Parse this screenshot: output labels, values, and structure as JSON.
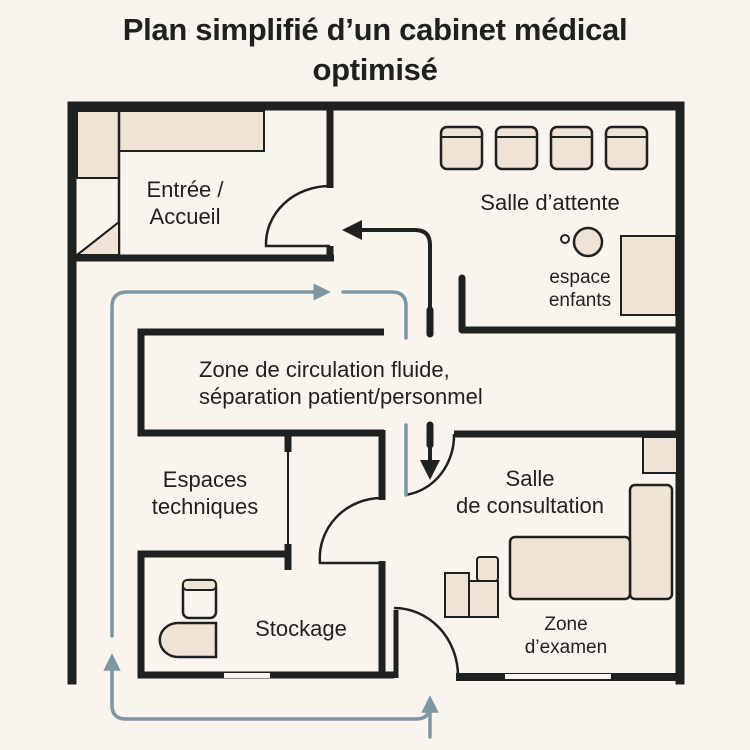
{
  "title": {
    "line1": "Plan simplifié d’un cabinet médical",
    "line2": "optimisé"
  },
  "colors": {
    "background": "#f9f4ee",
    "wall": "#1f2120",
    "furniture_fill": "#efe3d6",
    "patient_flow_arrow": "#7d98a3",
    "staff_flow_arrow": "#1f2120"
  },
  "rooms": {
    "entrance": {
      "line1": "Entrée /",
      "line2": "Accueil"
    },
    "waiting_room": {
      "label": "Salle d’attente"
    },
    "kids_area": {
      "line1": "espace",
      "line2": "enfants"
    },
    "circulation": {
      "line1": "Zone de circulation fluide,",
      "line2": "séparation patient/personmel"
    },
    "technical": {
      "line1": "Espaces",
      "line2": "techniques"
    },
    "storage": {
      "label": "Stockage"
    },
    "consultation": {
      "line1": "Salle",
      "line2": "de consultation"
    },
    "exam_zone": {
      "line1": "Zone",
      "line2": "d’examen"
    }
  },
  "furniture": {
    "waiting_chairs_count": 4
  },
  "flows": [
    {
      "name": "patient-flow",
      "color": "#7d98a3",
      "description": "grey-blue loop arrows"
    },
    {
      "name": "staff-flow",
      "color": "#1f2120",
      "description": "black arrows"
    }
  ]
}
